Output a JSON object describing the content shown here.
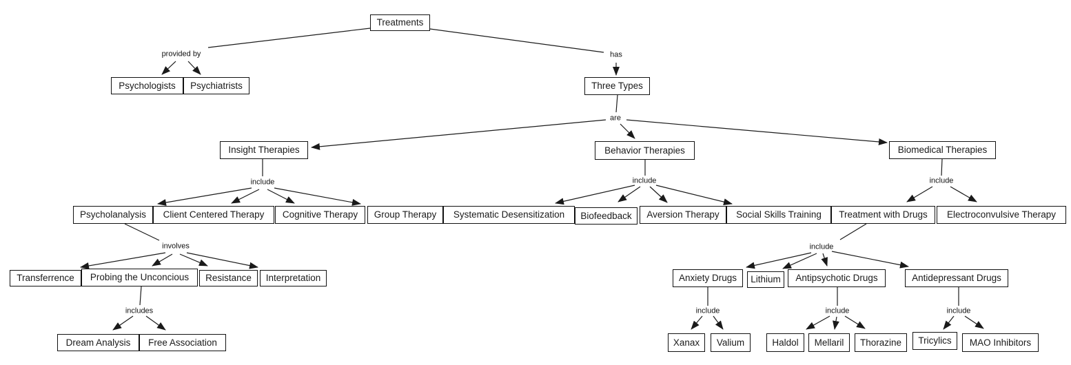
{
  "diagram": {
    "background_color": "#ffffff",
    "line_color": "#1a1a1a",
    "nodes": {
      "treatments": {
        "label": "Treatments"
      },
      "psychologists": {
        "label": "Psychologists"
      },
      "psychiatrists": {
        "label": "Psychiatrists"
      },
      "three_types": {
        "label": "Three Types"
      },
      "insight_therapies": {
        "label": "Insight Therapies"
      },
      "behavior_therapies": {
        "label": "Behavior Therapies"
      },
      "biomedical_therapies": {
        "label": "Biomedical Therapies"
      },
      "psycholanalysis": {
        "label": "Psycholanalysis"
      },
      "client_centered_therapy": {
        "label": "Client Centered Therapy"
      },
      "cognitive_therapy": {
        "label": "Cognitive Therapy"
      },
      "group_therapy": {
        "label": "Group Therapy"
      },
      "systematic_desensitization": {
        "label": "Systematic Desensitization"
      },
      "biofeedback": {
        "label": "Biofeedback"
      },
      "aversion_therapy": {
        "label": "Aversion Therapy"
      },
      "social_skills_training": {
        "label": "Social Skills Training"
      },
      "treatment_with_drugs": {
        "label": "Treatment with Drugs"
      },
      "electroconvulsive_therapy": {
        "label": "Electroconvulsive Therapy"
      },
      "transferrence": {
        "label": "Transferrence"
      },
      "probing_the_unconcious": {
        "label": "Probing the Unconcious"
      },
      "resistance": {
        "label": "Resistance"
      },
      "interpretation": {
        "label": "Interpretation"
      },
      "dream_analysis": {
        "label": "Dream Analysis"
      },
      "free_association": {
        "label": "Free Association"
      },
      "anxiety_drugs": {
        "label": "Anxiety Drugs"
      },
      "lithium": {
        "label": "Lithium"
      },
      "antipsychotic_drugs": {
        "label": "Antipsychotic Drugs"
      },
      "antidepressant_drugs": {
        "label": "Antidepressant Drugs"
      },
      "xanax": {
        "label": "Xanax"
      },
      "valium": {
        "label": "Valium"
      },
      "haldol": {
        "label": "Haldol"
      },
      "mellaril": {
        "label": "Mellaril"
      },
      "thorazine": {
        "label": "Thorazine"
      },
      "tricylics": {
        "label": "Tricylics"
      },
      "mao_inhibitors": {
        "label": "MAO Inhibitors"
      }
    },
    "edge_labels": {
      "provided_by": "provided by",
      "has": "has",
      "are": "are",
      "insight_include": "include",
      "behavior_include": "include",
      "biomedical_include": "include",
      "involves": "involves",
      "probing_includes": "includes",
      "drugs_include": "include",
      "anxiety_include": "include",
      "antipsychotic_include": "include",
      "antidepressant_include": "include"
    },
    "relations": [
      {
        "from": "Treatments",
        "label": "provided by",
        "to": [
          "Psychologists",
          "Psychiatrists"
        ]
      },
      {
        "from": "Treatments",
        "label": "has",
        "to": [
          "Three Types"
        ]
      },
      {
        "from": "Three Types",
        "label": "are",
        "to": [
          "Insight Therapies",
          "Behavior Therapies",
          "Biomedical Therapies"
        ]
      },
      {
        "from": "Insight Therapies",
        "label": "include",
        "to": [
          "Psycholanalysis",
          "Client Centered Therapy",
          "Cognitive Therapy",
          "Group Therapy"
        ]
      },
      {
        "from": "Behavior Therapies",
        "label": "include",
        "to": [
          "Systematic Desensitization",
          "Biofeedback",
          "Aversion Therapy",
          "Social Skills Training"
        ]
      },
      {
        "from": "Biomedical Therapies",
        "label": "include",
        "to": [
          "Treatment with Drugs",
          "Electroconvulsive Therapy"
        ]
      },
      {
        "from": "Psycholanalysis",
        "label": "involves",
        "to": [
          "Transferrence",
          "Probing the Unconcious",
          "Resistance",
          "Interpretation"
        ]
      },
      {
        "from": "Probing the Unconcious",
        "label": "includes",
        "to": [
          "Dream Analysis",
          "Free Association"
        ]
      },
      {
        "from": "Treatment with Drugs",
        "label": "include",
        "to": [
          "Anxiety Drugs",
          "Lithium",
          "Antipsychotic Drugs",
          "Antidepressant Drugs"
        ]
      },
      {
        "from": "Anxiety Drugs",
        "label": "include",
        "to": [
          "Xanax",
          "Valium"
        ]
      },
      {
        "from": "Antipsychotic Drugs",
        "label": "include",
        "to": [
          "Haldol",
          "Mellaril",
          "Thorazine"
        ]
      },
      {
        "from": "Antidepressant Drugs",
        "label": "include",
        "to": [
          "Tricylics",
          "MAO Inhibitors"
        ]
      }
    ]
  }
}
